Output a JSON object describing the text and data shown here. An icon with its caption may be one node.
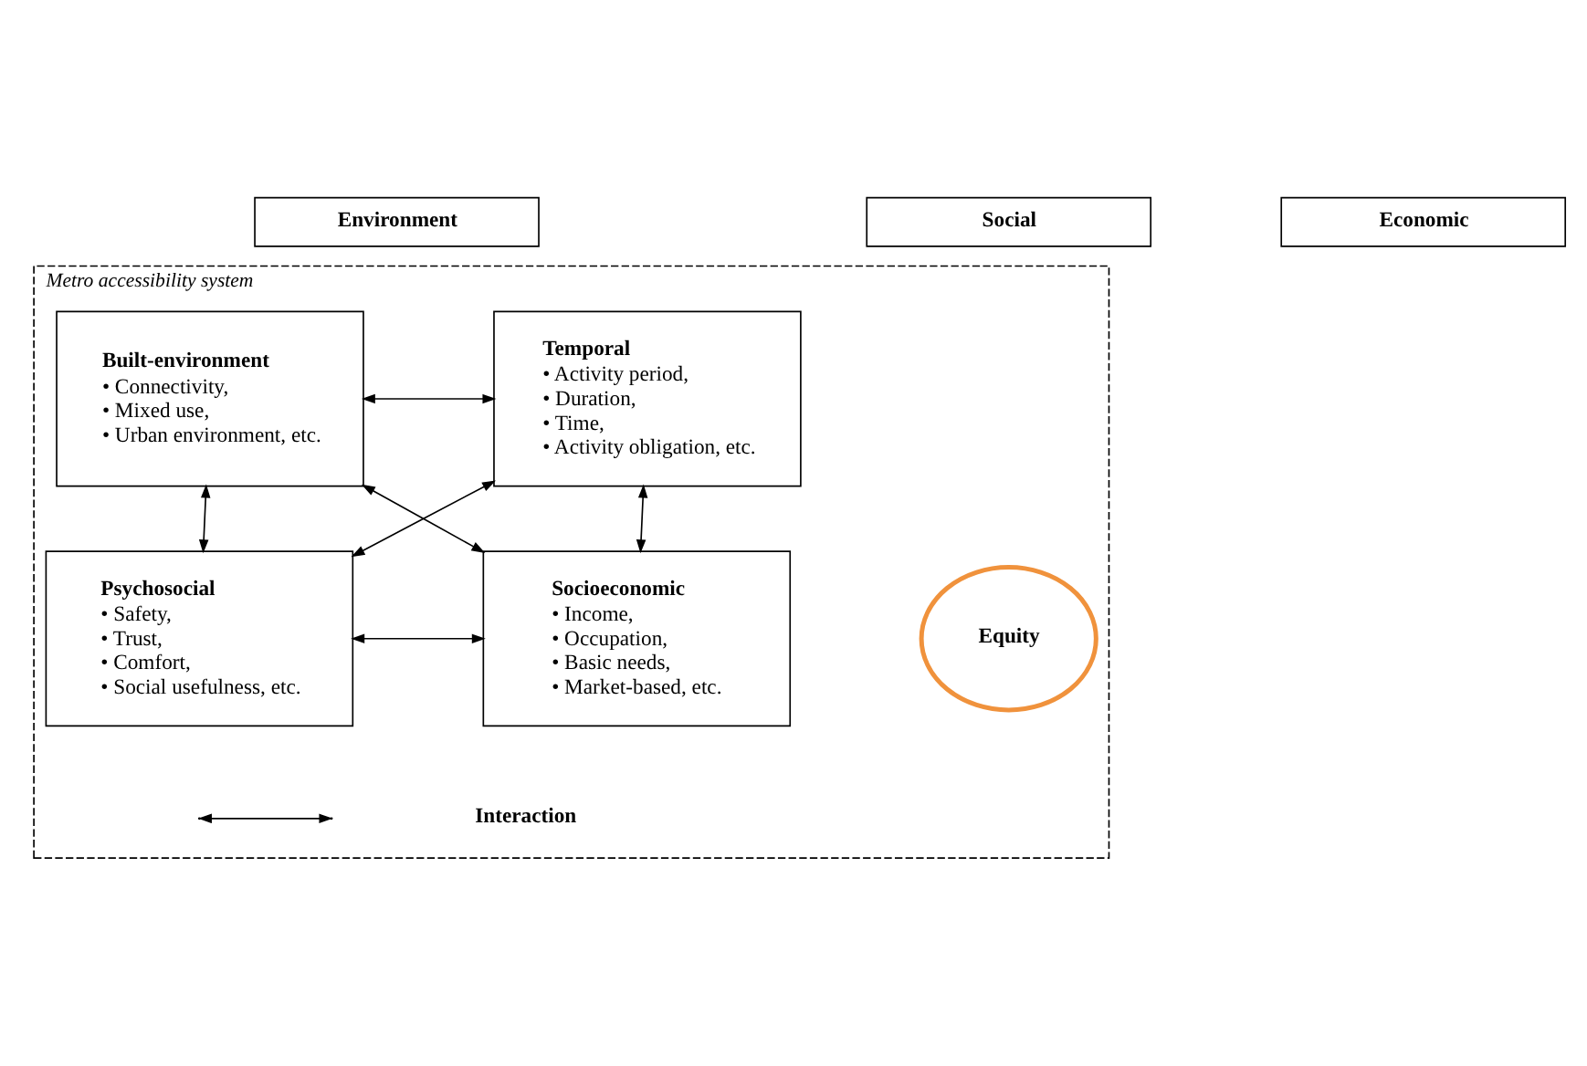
{
  "diagram": {
    "nodes": [
      {
        "text": [
          "Environment"
        ]
      },
      {
        "text": [
          "Social"
        ]
      },
      {
        "text": [
          "Economic"
        ]
      },
      {
        "text": [
          "Metro accessibility system"
        ]
      },
      {
        "text": [
          "Built-environment",
          "• Connectivity,",
          "• Mixed use,",
          "• Urban environment, etc."
        ],
        "in": 3
      },
      {
        "text": [
          "Temporal",
          "• Activity period,",
          "• Duration,",
          "• Time,",
          "• Activity obligation, etc."
        ],
        "in": 3
      },
      {
        "text": [
          "Equity"
        ],
        "in": 3
      },
      {
        "text": [
          "Psychosocial",
          "• Safety,",
          "• Trust,",
          "• Comfort,",
          "• Social usefulness, etc."
        ],
        "in": 3
      },
      {
        "text": [
          "Socioeconomic",
          "• Income,",
          "• Occupation,",
          "• Basic needs,",
          "• Market-based, etc."
        ],
        "in": 3
      }
    ],
    "edges": [
      {
        "from": 4,
        "to": 5,
        "arrow": "both"
      },
      {
        "from": 4,
        "to": 7,
        "arrow": "both"
      },
      {
        "from": 5,
        "to": 8,
        "arrow": "both"
      },
      {
        "from": 7,
        "to": 8,
        "arrow": "both"
      },
      {
        "from": 8,
        "to": 4,
        "arrow": "both"
      },
      {
        "from": 7,
        "to": 5,
        "arrow": "both"
      }
    ],
    "legend": [
      {
        "text": "Interaction"
      }
    ]
  }
}
